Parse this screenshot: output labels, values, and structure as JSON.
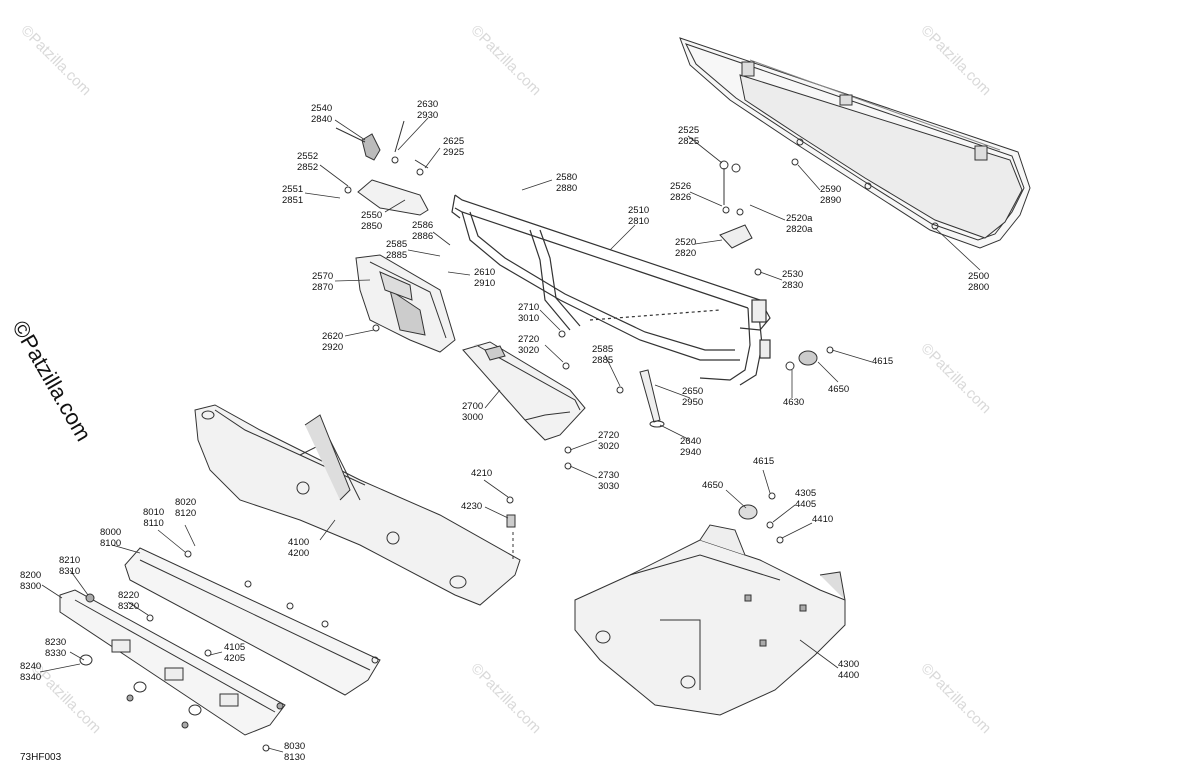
{
  "watermark": "©Patzilla.com",
  "brand_mark": "©Patzilla.com",
  "diagram_code": "73HF003",
  "callouts": [
    {
      "id": "c01",
      "lines": [
        "2540",
        "2840"
      ]
    },
    {
      "id": "c02",
      "lines": [
        "2630",
        "2930"
      ]
    },
    {
      "id": "c03",
      "lines": [
        "2625",
        "2925"
      ]
    },
    {
      "id": "c04",
      "lines": [
        "2552",
        "2852"
      ]
    },
    {
      "id": "c05",
      "lines": [
        "2551",
        "2851"
      ]
    },
    {
      "id": "c06",
      "lines": [
        "2550",
        "2850"
      ]
    },
    {
      "id": "c07",
      "lines": [
        "2586",
        "2886"
      ]
    },
    {
      "id": "c08",
      "lines": [
        "2585",
        "2885"
      ]
    },
    {
      "id": "c09",
      "lines": [
        "2570",
        "2870"
      ]
    },
    {
      "id": "c10",
      "lines": [
        "2610",
        "2910"
      ]
    },
    {
      "id": "c11",
      "lines": [
        "2620",
        "2920"
      ]
    },
    {
      "id": "c12",
      "lines": [
        "2580",
        "2880"
      ]
    },
    {
      "id": "c13",
      "lines": [
        "2510",
        "2810"
      ]
    },
    {
      "id": "c14",
      "lines": [
        "2525",
        "2825"
      ]
    },
    {
      "id": "c15",
      "lines": [
        "2526",
        "2826"
      ]
    },
    {
      "id": "c16",
      "lines": [
        "2520a",
        "2820a"
      ]
    },
    {
      "id": "c17",
      "lines": [
        "2520",
        "2820"
      ]
    },
    {
      "id": "c18",
      "lines": [
        "2530",
        "2830"
      ]
    },
    {
      "id": "c19",
      "lines": [
        "2590",
        "2890"
      ]
    },
    {
      "id": "c20",
      "lines": [
        "2500",
        "2800"
      ]
    },
    {
      "id": "c21",
      "lines": [
        "2710",
        "3010"
      ]
    },
    {
      "id": "c22",
      "lines": [
        "2720",
        "3020"
      ]
    },
    {
      "id": "c23",
      "lines": [
        "2585",
        "2885"
      ]
    },
    {
      "id": "c24",
      "lines": [
        "2650",
        "2950"
      ]
    },
    {
      "id": "c25",
      "lines": [
        "2700",
        "3000"
      ]
    },
    {
      "id": "c26",
      "lines": [
        "2720",
        "3020"
      ]
    },
    {
      "id": "c27",
      "lines": [
        "2730",
        "3030"
      ]
    },
    {
      "id": "c28",
      "lines": [
        "2640",
        "2940"
      ]
    },
    {
      "id": "c29",
      "lines": [
        "4615"
      ]
    },
    {
      "id": "c30",
      "lines": [
        "4650"
      ]
    },
    {
      "id": "c31",
      "lines": [
        "4630"
      ]
    },
    {
      "id": "c32",
      "lines": [
        "4210"
      ]
    },
    {
      "id": "c33",
      "lines": [
        "4230"
      ]
    },
    {
      "id": "c34",
      "lines": [
        "4100",
        "4200"
      ]
    },
    {
      "id": "c35",
      "lines": [
        "8010",
        "8110"
      ]
    },
    {
      "id": "c36",
      "lines": [
        "8020",
        "8120"
      ]
    },
    {
      "id": "c37",
      "lines": [
        "8000",
        "8100"
      ]
    },
    {
      "id": "c38",
      "lines": [
        "8210",
        "8310"
      ]
    },
    {
      "id": "c39",
      "lines": [
        "8200",
        "8300"
      ]
    },
    {
      "id": "c40",
      "lines": [
        "8220",
        "8320"
      ]
    },
    {
      "id": "c41",
      "lines": [
        "8230",
        "8330"
      ]
    },
    {
      "id": "c42",
      "lines": [
        "8240",
        "8340"
      ]
    },
    {
      "id": "c43",
      "lines": [
        "4105",
        "4205"
      ]
    },
    {
      "id": "c44",
      "lines": [
        "8030",
        "8130"
      ]
    },
    {
      "id": "c45",
      "lines": [
        "4615"
      ]
    },
    {
      "id": "c46",
      "lines": [
        "4650"
      ]
    },
    {
      "id": "c47",
      "lines": [
        "4305",
        "4405"
      ]
    },
    {
      "id": "c48",
      "lines": [
        "4410"
      ]
    },
    {
      "id": "c49",
      "lines": [
        "4300",
        "4400"
      ]
    }
  ]
}
